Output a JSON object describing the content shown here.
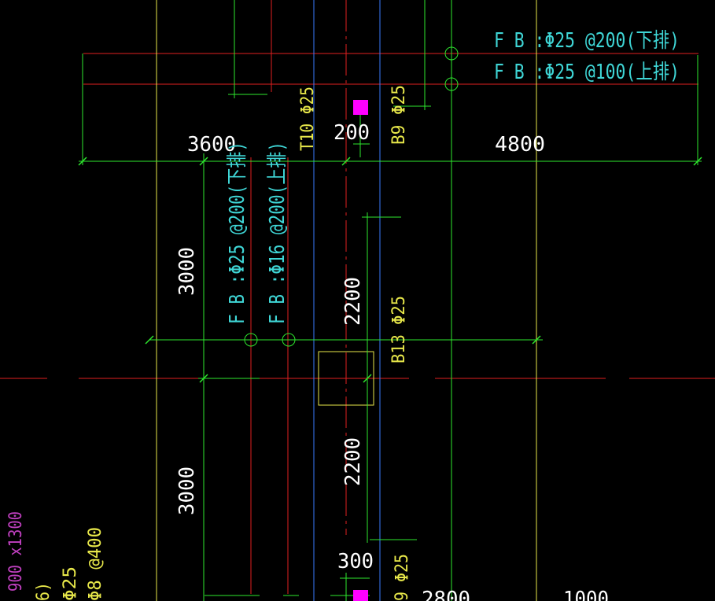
{
  "drawing": {
    "colors": {
      "background": "#000000",
      "red_line": "#e02020",
      "green_line": "#2ee82e",
      "blue_line": "#3a7bff",
      "yellow_line": "#e8e84a",
      "cyan_text": "#3fd6d6",
      "white_text": "#ffffff",
      "magenta": "#ff00ff"
    },
    "rebar_top_1": "F B :Φ25 @200(下排)",
    "rebar_top_2": "F B :Φ25 @100(上排)",
    "rebar_left_1": "F B :Φ25 @200(下排)",
    "rebar_left_2": "F B :Φ16 @200(上排)",
    "dim_3600": "3600",
    "dim_4800": "4800",
    "dim_200": "200",
    "dim_3000_upper": "3000",
    "dim_3000_lower": "3000",
    "dim_2200_upper": "2200",
    "dim_2200_lower": "2200",
    "dim_300": "300",
    "dim_2800": "2800",
    "dim_1000": "1000",
    "label_t10": "T10 Φ25",
    "label_b9_top": "B9 Φ25",
    "label_b13": "B13 Φ25",
    "label_b9_bottom": "9 Φ25",
    "label_column_size": "900 x1300",
    "label_left_6": "6)",
    "label_left_phi25": "Φ25",
    "label_left_phi8": "Φ8 @400"
  }
}
